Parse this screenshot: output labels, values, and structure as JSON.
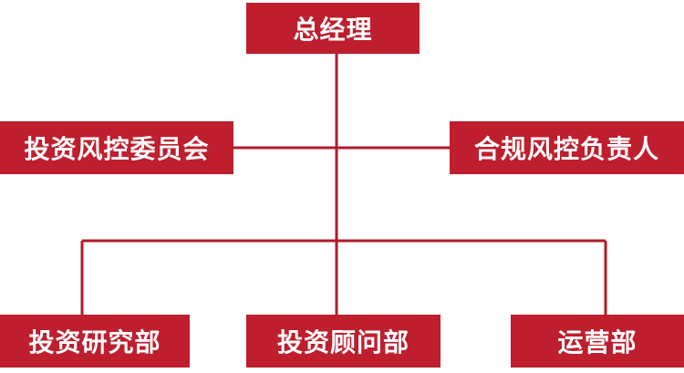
{
  "colors": {
    "node_fill": "#be1e2d",
    "connector": "#b01a2a",
    "node_text": "#ffffff"
  },
  "org_chart": {
    "top": {
      "label": "总经理"
    },
    "side_nodes": [
      {
        "label": "投资风控委员会"
      },
      {
        "label": "合规风控负责人"
      }
    ],
    "departments": [
      {
        "label": "投资研究部"
      },
      {
        "label": "投资顾问部"
      },
      {
        "label": "运营部"
      }
    ]
  }
}
